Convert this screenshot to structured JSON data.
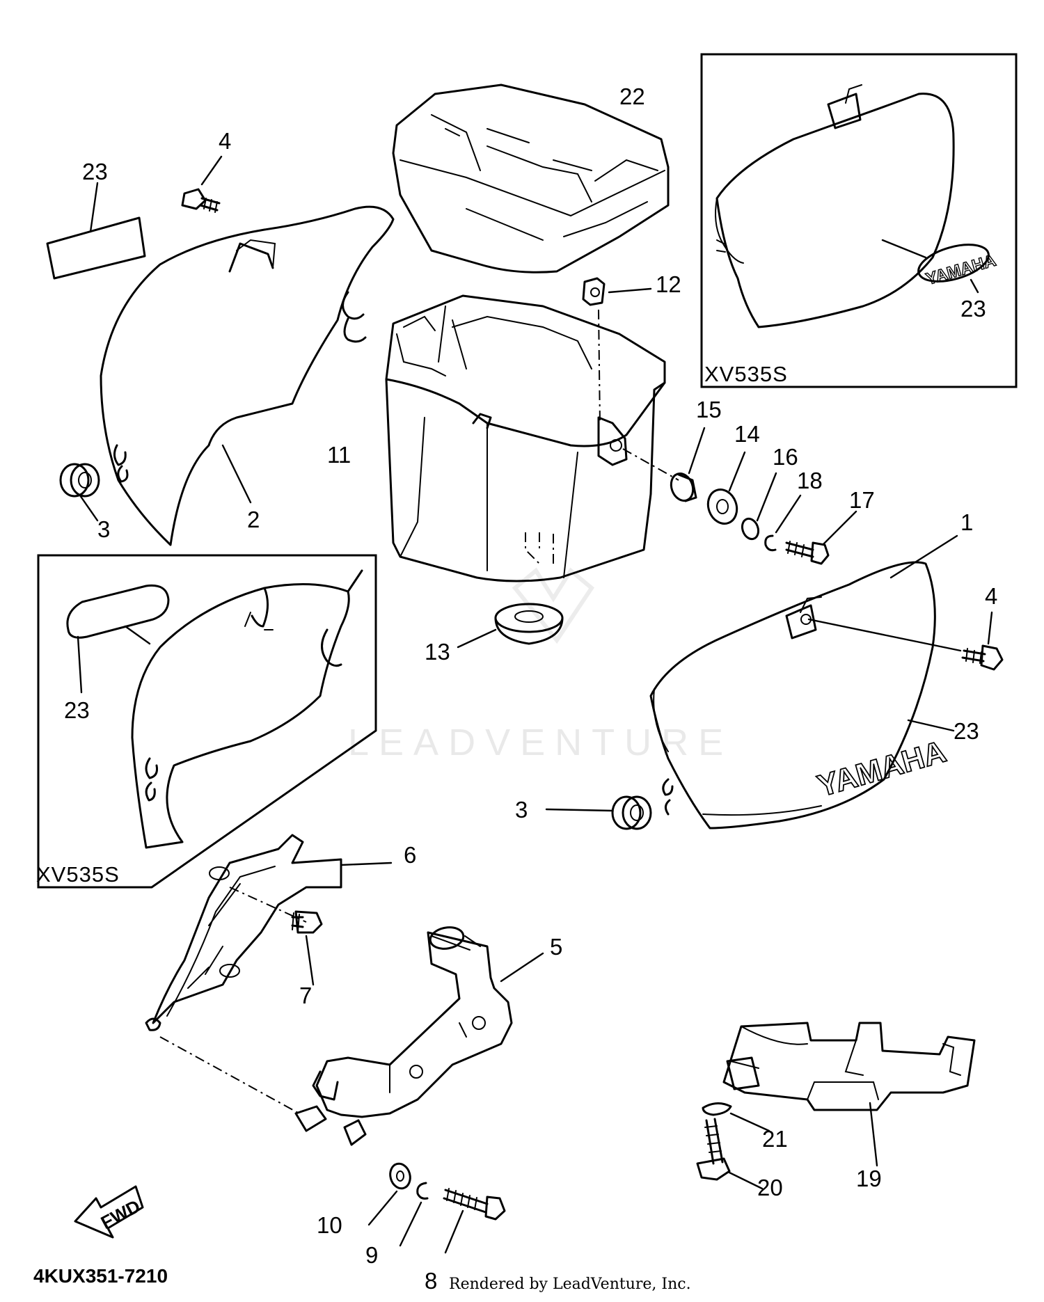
{
  "diagram": {
    "callouts": [
      {
        "id": "c23a",
        "label": "23"
      },
      {
        "id": "c4a",
        "label": "4"
      },
      {
        "id": "c22",
        "label": "22"
      },
      {
        "id": "c12",
        "label": "12"
      },
      {
        "id": "c23b",
        "label": "23"
      },
      {
        "id": "c11",
        "label": "11"
      },
      {
        "id": "c15",
        "label": "15"
      },
      {
        "id": "c14",
        "label": "14"
      },
      {
        "id": "c16",
        "label": "16"
      },
      {
        "id": "c18",
        "label": "18"
      },
      {
        "id": "c17",
        "label": "17"
      },
      {
        "id": "c3a",
        "label": "3"
      },
      {
        "id": "c2",
        "label": "2"
      },
      {
        "id": "c1",
        "label": "1"
      },
      {
        "id": "c4b",
        "label": "4"
      },
      {
        "id": "c13",
        "label": "13"
      },
      {
        "id": "c23c",
        "label": "23"
      },
      {
        "id": "c23d",
        "label": "23"
      },
      {
        "id": "c3b",
        "label": "3"
      },
      {
        "id": "c6",
        "label": "6"
      },
      {
        "id": "c7",
        "label": "7"
      },
      {
        "id": "c5",
        "label": "5"
      },
      {
        "id": "c21",
        "label": "21"
      },
      {
        "id": "c20",
        "label": "20"
      },
      {
        "id": "c19",
        "label": "19"
      },
      {
        "id": "c10",
        "label": "10"
      },
      {
        "id": "c9",
        "label": "9"
      },
      {
        "id": "c8",
        "label": "8"
      }
    ],
    "variant_boxes": [
      {
        "id": "v_top_right",
        "label": "XV535S"
      },
      {
        "id": "v_left",
        "label": "XV535S"
      }
    ],
    "emblem_text": "YAMAHA",
    "direction_arrow_label": "FWD",
    "diagram_code": "4KUX351-7210",
    "credit": "Rendered by LeadVenture, Inc.",
    "watermark": "LEADVENTURE"
  }
}
